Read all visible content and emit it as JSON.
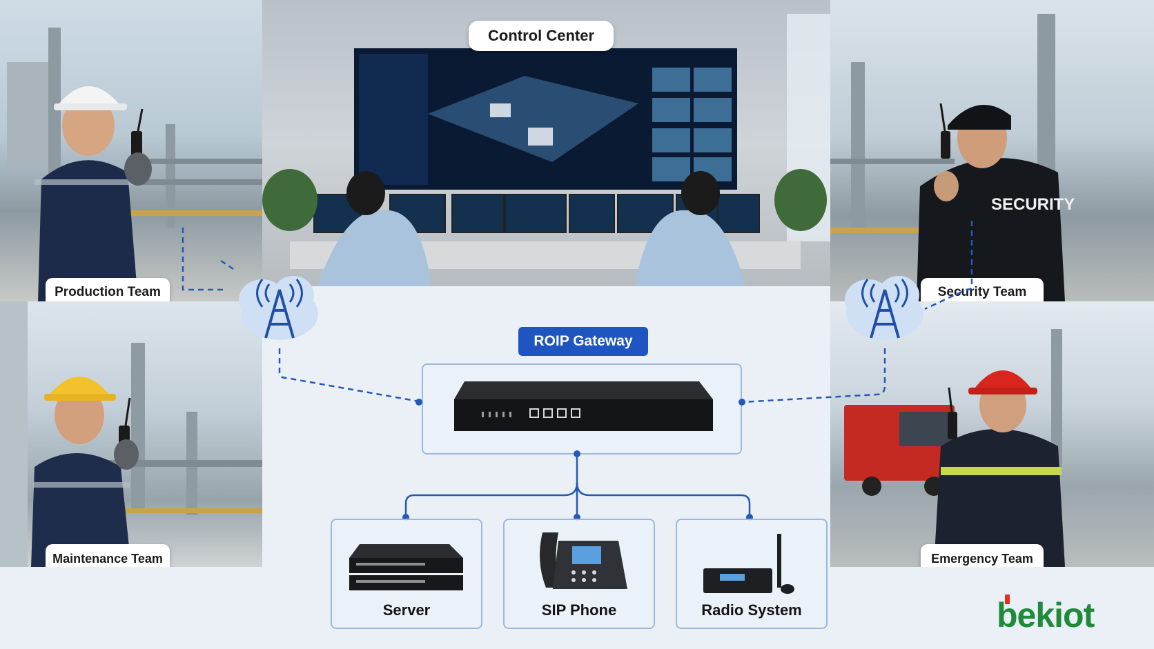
{
  "control_center": {
    "title": "Control Center"
  },
  "gateway": {
    "title": "ROIP Gateway"
  },
  "teams": {
    "production": "Production Team",
    "security": "Security Team",
    "maintenance": "Maintenance Team",
    "emergency": "Emergency Team"
  },
  "security_vest_text": "SECURITY",
  "devices": [
    {
      "label": "Server",
      "icon": "server-icon"
    },
    {
      "label": "SIP Phone",
      "icon": "sip-phone-icon"
    },
    {
      "label": "Radio System",
      "icon": "radio-system-icon"
    }
  ],
  "brand": {
    "logo_text": "bekiot",
    "accent": "#e0301e",
    "logo_color": "#1e8a3a"
  },
  "colors": {
    "link_line": "#2458b7",
    "gateway_badge": "#1e55c0",
    "box_border": "#9db8dc"
  }
}
